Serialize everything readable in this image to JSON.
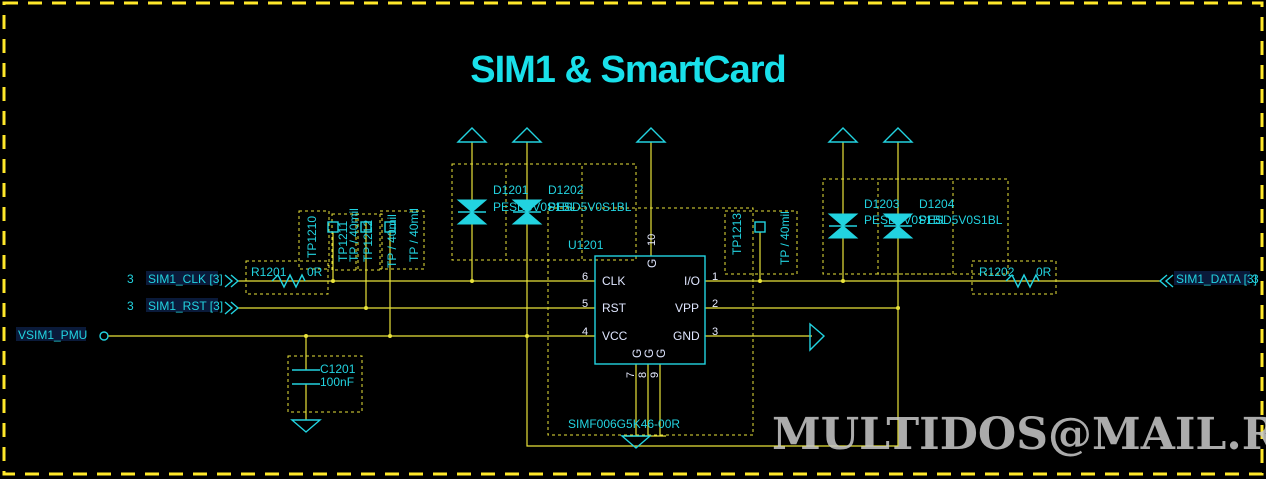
{
  "title": "SIM1 & SmartCard",
  "watermark": "MULTIDOS@MAIL.RU",
  "colors": {
    "border": "#ffe82a",
    "wire": "#e8e23a",
    "symbol": "#22d3e0",
    "background": "#000000"
  },
  "nets": {
    "clk": {
      "sheet": "3",
      "label": "SIM1_CLK [3]"
    },
    "rst": {
      "sheet": "3",
      "label": "SIM1_RST [3]"
    },
    "pmu": {
      "label": "VSIM1_PMU"
    },
    "data": {
      "label": "SIM1_DATA [3]",
      "sheet": "3"
    }
  },
  "resistors": {
    "r1201": {
      "ref": "R1201",
      "value": "0R"
    },
    "r1202": {
      "ref": "R1202",
      "value": "0R"
    }
  },
  "capacitor": {
    "ref": "C1201",
    "value": "100nF"
  },
  "testpoints": {
    "tp1210": {
      "ref": "TP1210"
    },
    "tp1211": {
      "ref": "TP1211",
      "spec": "TP / 40mil"
    },
    "tp1212": {
      "ref": "TP1212",
      "spec": "TP / 40mil"
    },
    "tp1213": {
      "ref": "TP1213",
      "spec": "TP / 40mil"
    }
  },
  "diodes": {
    "d1201": {
      "ref": "D1201",
      "part": "PESD5V0S1BL"
    },
    "d1202": {
      "ref": "D1202",
      "part": "PESD5V0S1BL"
    },
    "d1203": {
      "ref": "D1203",
      "part": "PESD5V0S1BL"
    },
    "d1204": {
      "ref": "D1204",
      "part": "PESD5V0S1BL"
    }
  },
  "ic": {
    "ref": "U1201",
    "part": "SIMF006G5K46-00R",
    "pins_left": [
      {
        "num": "6",
        "name": "CLK"
      },
      {
        "num": "5",
        "name": "RST"
      },
      {
        "num": "4",
        "name": "VCC"
      }
    ],
    "pins_right": [
      {
        "num": "1",
        "name": "I/O"
      },
      {
        "num": "2",
        "name": "VPP"
      },
      {
        "num": "3",
        "name": "GND"
      }
    ],
    "pin_top": {
      "num": "10",
      "name": "G"
    },
    "pins_bottom": [
      {
        "num": "7",
        "name": "G"
      },
      {
        "num": "8",
        "name": "G"
      },
      {
        "num": "9",
        "name": "G"
      }
    ]
  }
}
